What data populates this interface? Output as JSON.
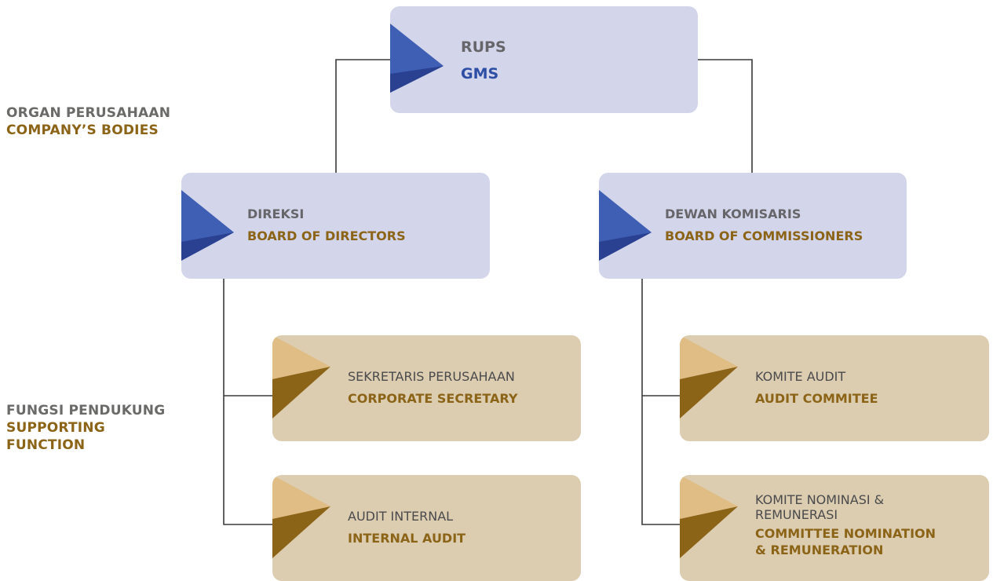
{
  "sections": {
    "bodies": {
      "line1": "ORGAN PERUSAHAAN",
      "line2": "COMPANY’S BODIES"
    },
    "support": {
      "line1": "FUNGSI PENDUKUNG",
      "line2a": "SUPPORTING",
      "line2b": "FUNCTION"
    }
  },
  "nodes": {
    "gms": {
      "line1": "RUPS",
      "line2": "GMS"
    },
    "directors": {
      "line1": "DIREKSI",
      "line2": "BOARD OF DIRECTORS"
    },
    "commissioners": {
      "line1": "DEWAN KOMISARIS",
      "line2": "BOARD OF COMMISSIONERS"
    },
    "corp_secretary": {
      "line1": "SEKRETARIS PERUSAHAAN",
      "line2": "CORPORATE SECRETARY"
    },
    "internal_audit": {
      "line1": "AUDIT INTERNAL",
      "line2": "INTERNAL AUDIT"
    },
    "audit_committee": {
      "line1": "KOMITE AUDIT",
      "line2": "AUDIT COMMITEE"
    },
    "nomination_committee": {
      "line1a": "KOMITE NOMINASI &",
      "line1b": "REMUNERASI",
      "line2a": "COMMITTEE NOMINATION",
      "line2b": "& REMUNERATION"
    }
  },
  "colors": {
    "blue_box": "#d3d5ea",
    "tan_box": "#dccdb1",
    "blue_accent": "#3a5aab",
    "gold_accent": "#8c6418",
    "connector": "#3a3a3a"
  }
}
